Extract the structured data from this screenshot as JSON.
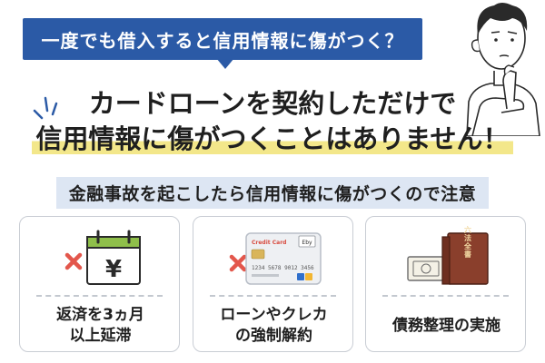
{
  "question": {
    "text": "一度でも借入すると信用情報に傷がつく？"
  },
  "headline": {
    "line1": "カードローンを契約しただけで",
    "line2": "信用情報に傷がつくことはありません！"
  },
  "subheading": {
    "text": "金融事故を起こしたら信用情報に傷がつくので注意"
  },
  "cards": [
    {
      "label": "返済を3ヵ月\n以上延滞",
      "icon": "calendar-yen-icon"
    },
    {
      "label": "ローンやクレカ\nの強制解約",
      "icon": "credit-card-icon"
    },
    {
      "label": "債務整理の実施",
      "icon": "law-book-icon"
    }
  ],
  "illustration": {
    "calendar_symbol": "¥",
    "card_brand_text": "Credit Card",
    "card_logo_text": "Eby",
    "card_number": "1234  5678  9012  3456",
    "book_title": "六法全書"
  },
  "colors": {
    "question_bg": "#2b5aa6",
    "highlight": "#f3e78a",
    "subheading_bg": "#dde6f3",
    "cross": "#e3574c",
    "calendar_green": "#8fbf4a",
    "book_brown": "#8a3f2c"
  }
}
